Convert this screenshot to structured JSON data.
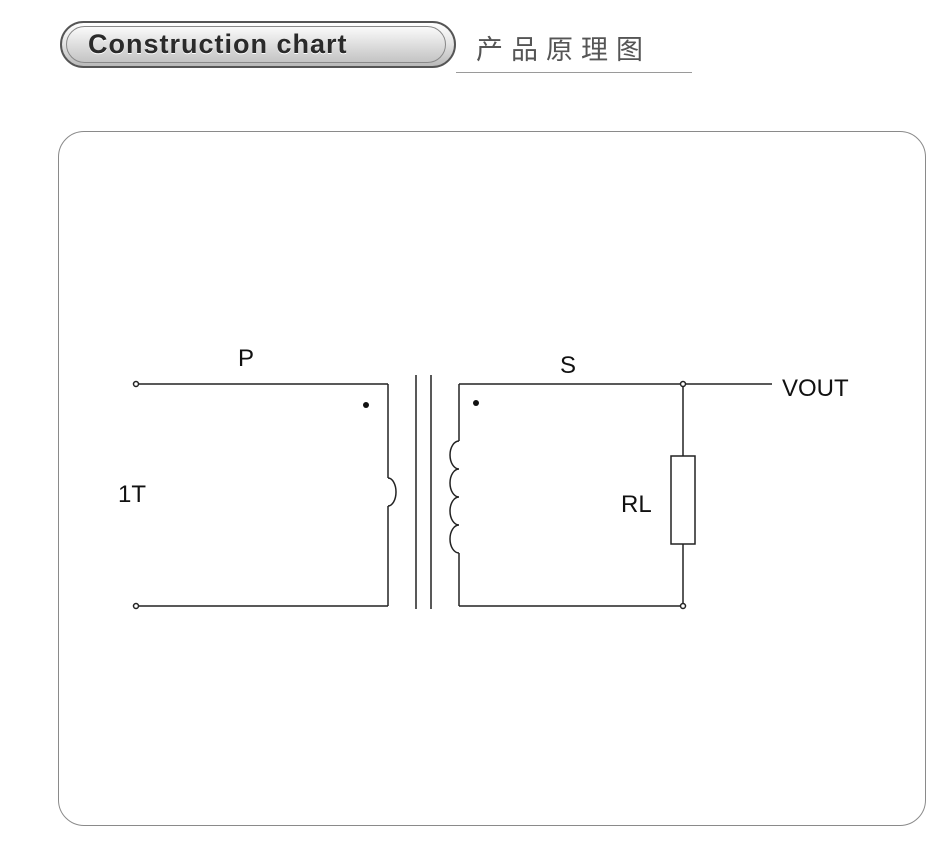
{
  "header": {
    "title": "Construction chart",
    "subtitle": "产品原理图"
  },
  "diagram": {
    "input_label": "1T",
    "primary_label": "P",
    "secondary_label": "S",
    "load_label": "RL",
    "output_label": "VOUT"
  }
}
